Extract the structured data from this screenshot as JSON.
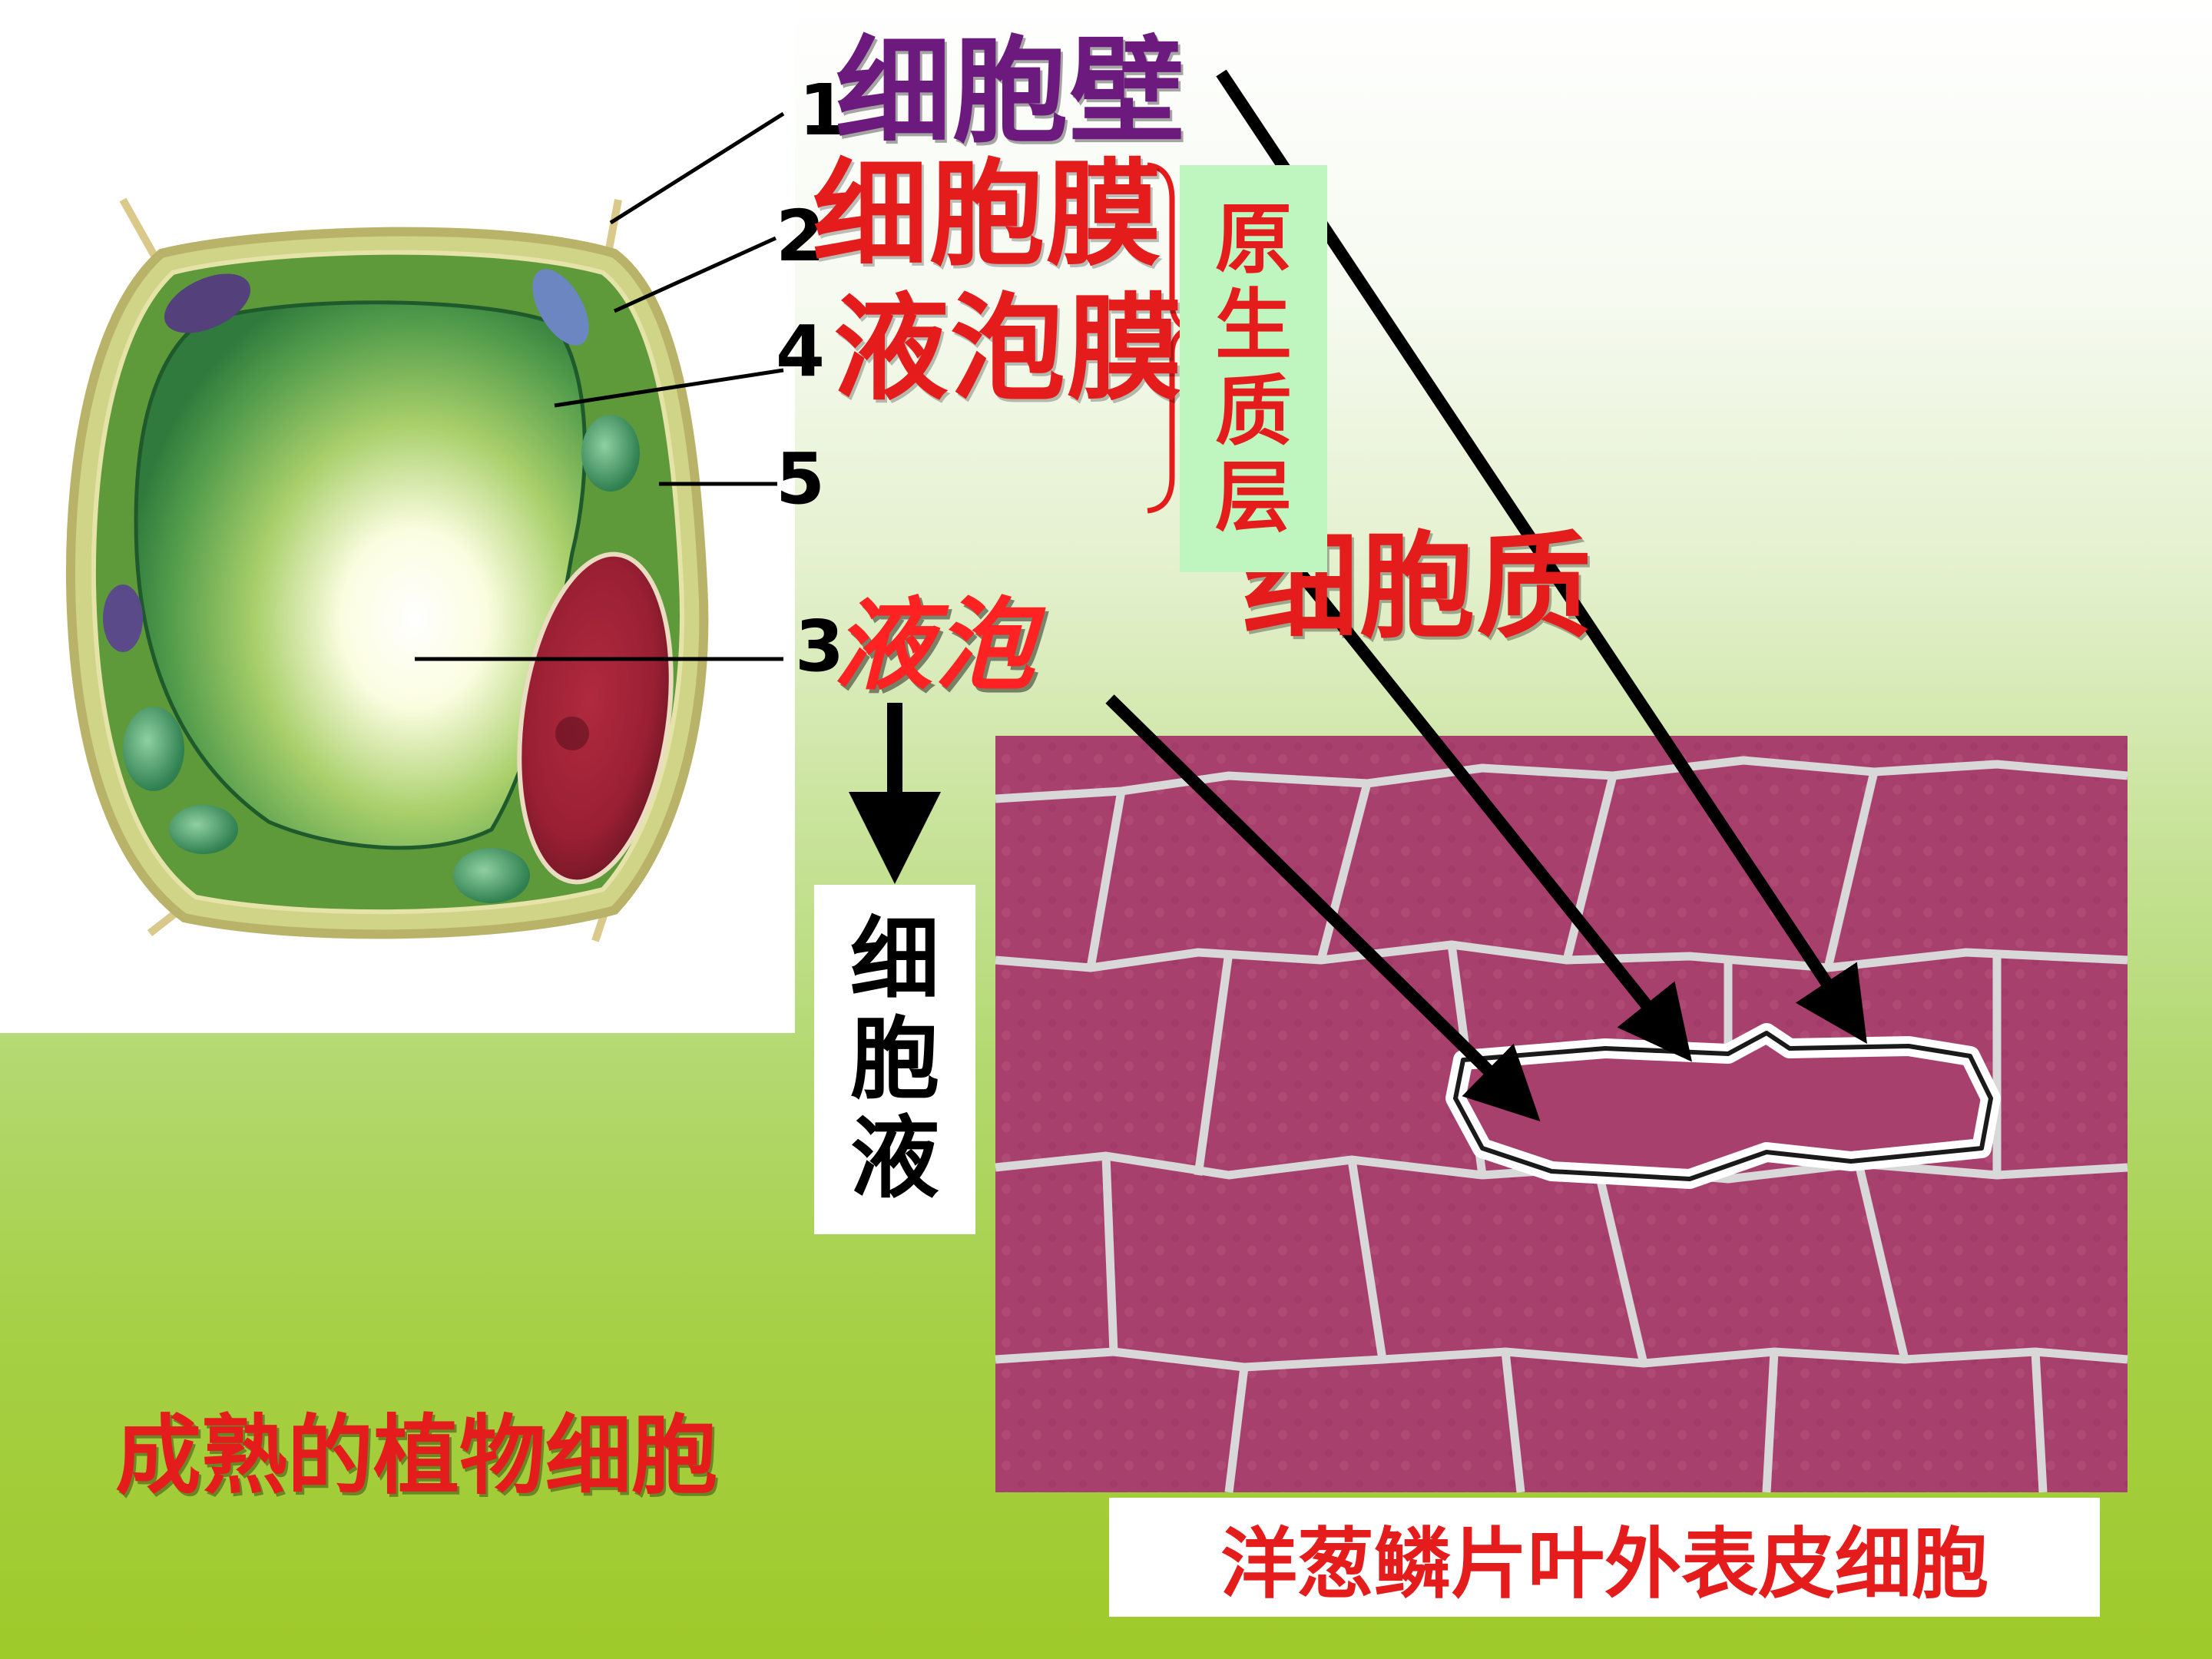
{
  "labels": {
    "n1": "1",
    "n2": "2",
    "n4": "4",
    "n5": "5",
    "n3": "3",
    "cell_wall": "细胞壁",
    "cell_membrane": "细胞膜",
    "tonoplast": "液泡膜",
    "protoplast_layer": [
      "原",
      "生",
      "质",
      "层"
    ],
    "cytoplasm": "细胞质",
    "vacuole": "液泡",
    "cell_sap": [
      "细",
      "胞",
      "液"
    ]
  },
  "titles": {
    "mature_plant_cell": "成熟的植物细胞",
    "onion_epidermis": "洋葱鳞片叶外表皮细胞"
  },
  "colors": {
    "cell_wall_label": "#6d1a7e",
    "red_labels": "#e51c1c",
    "protoplast_box": "#bff5bf",
    "onion_cells": "#a8406e"
  }
}
